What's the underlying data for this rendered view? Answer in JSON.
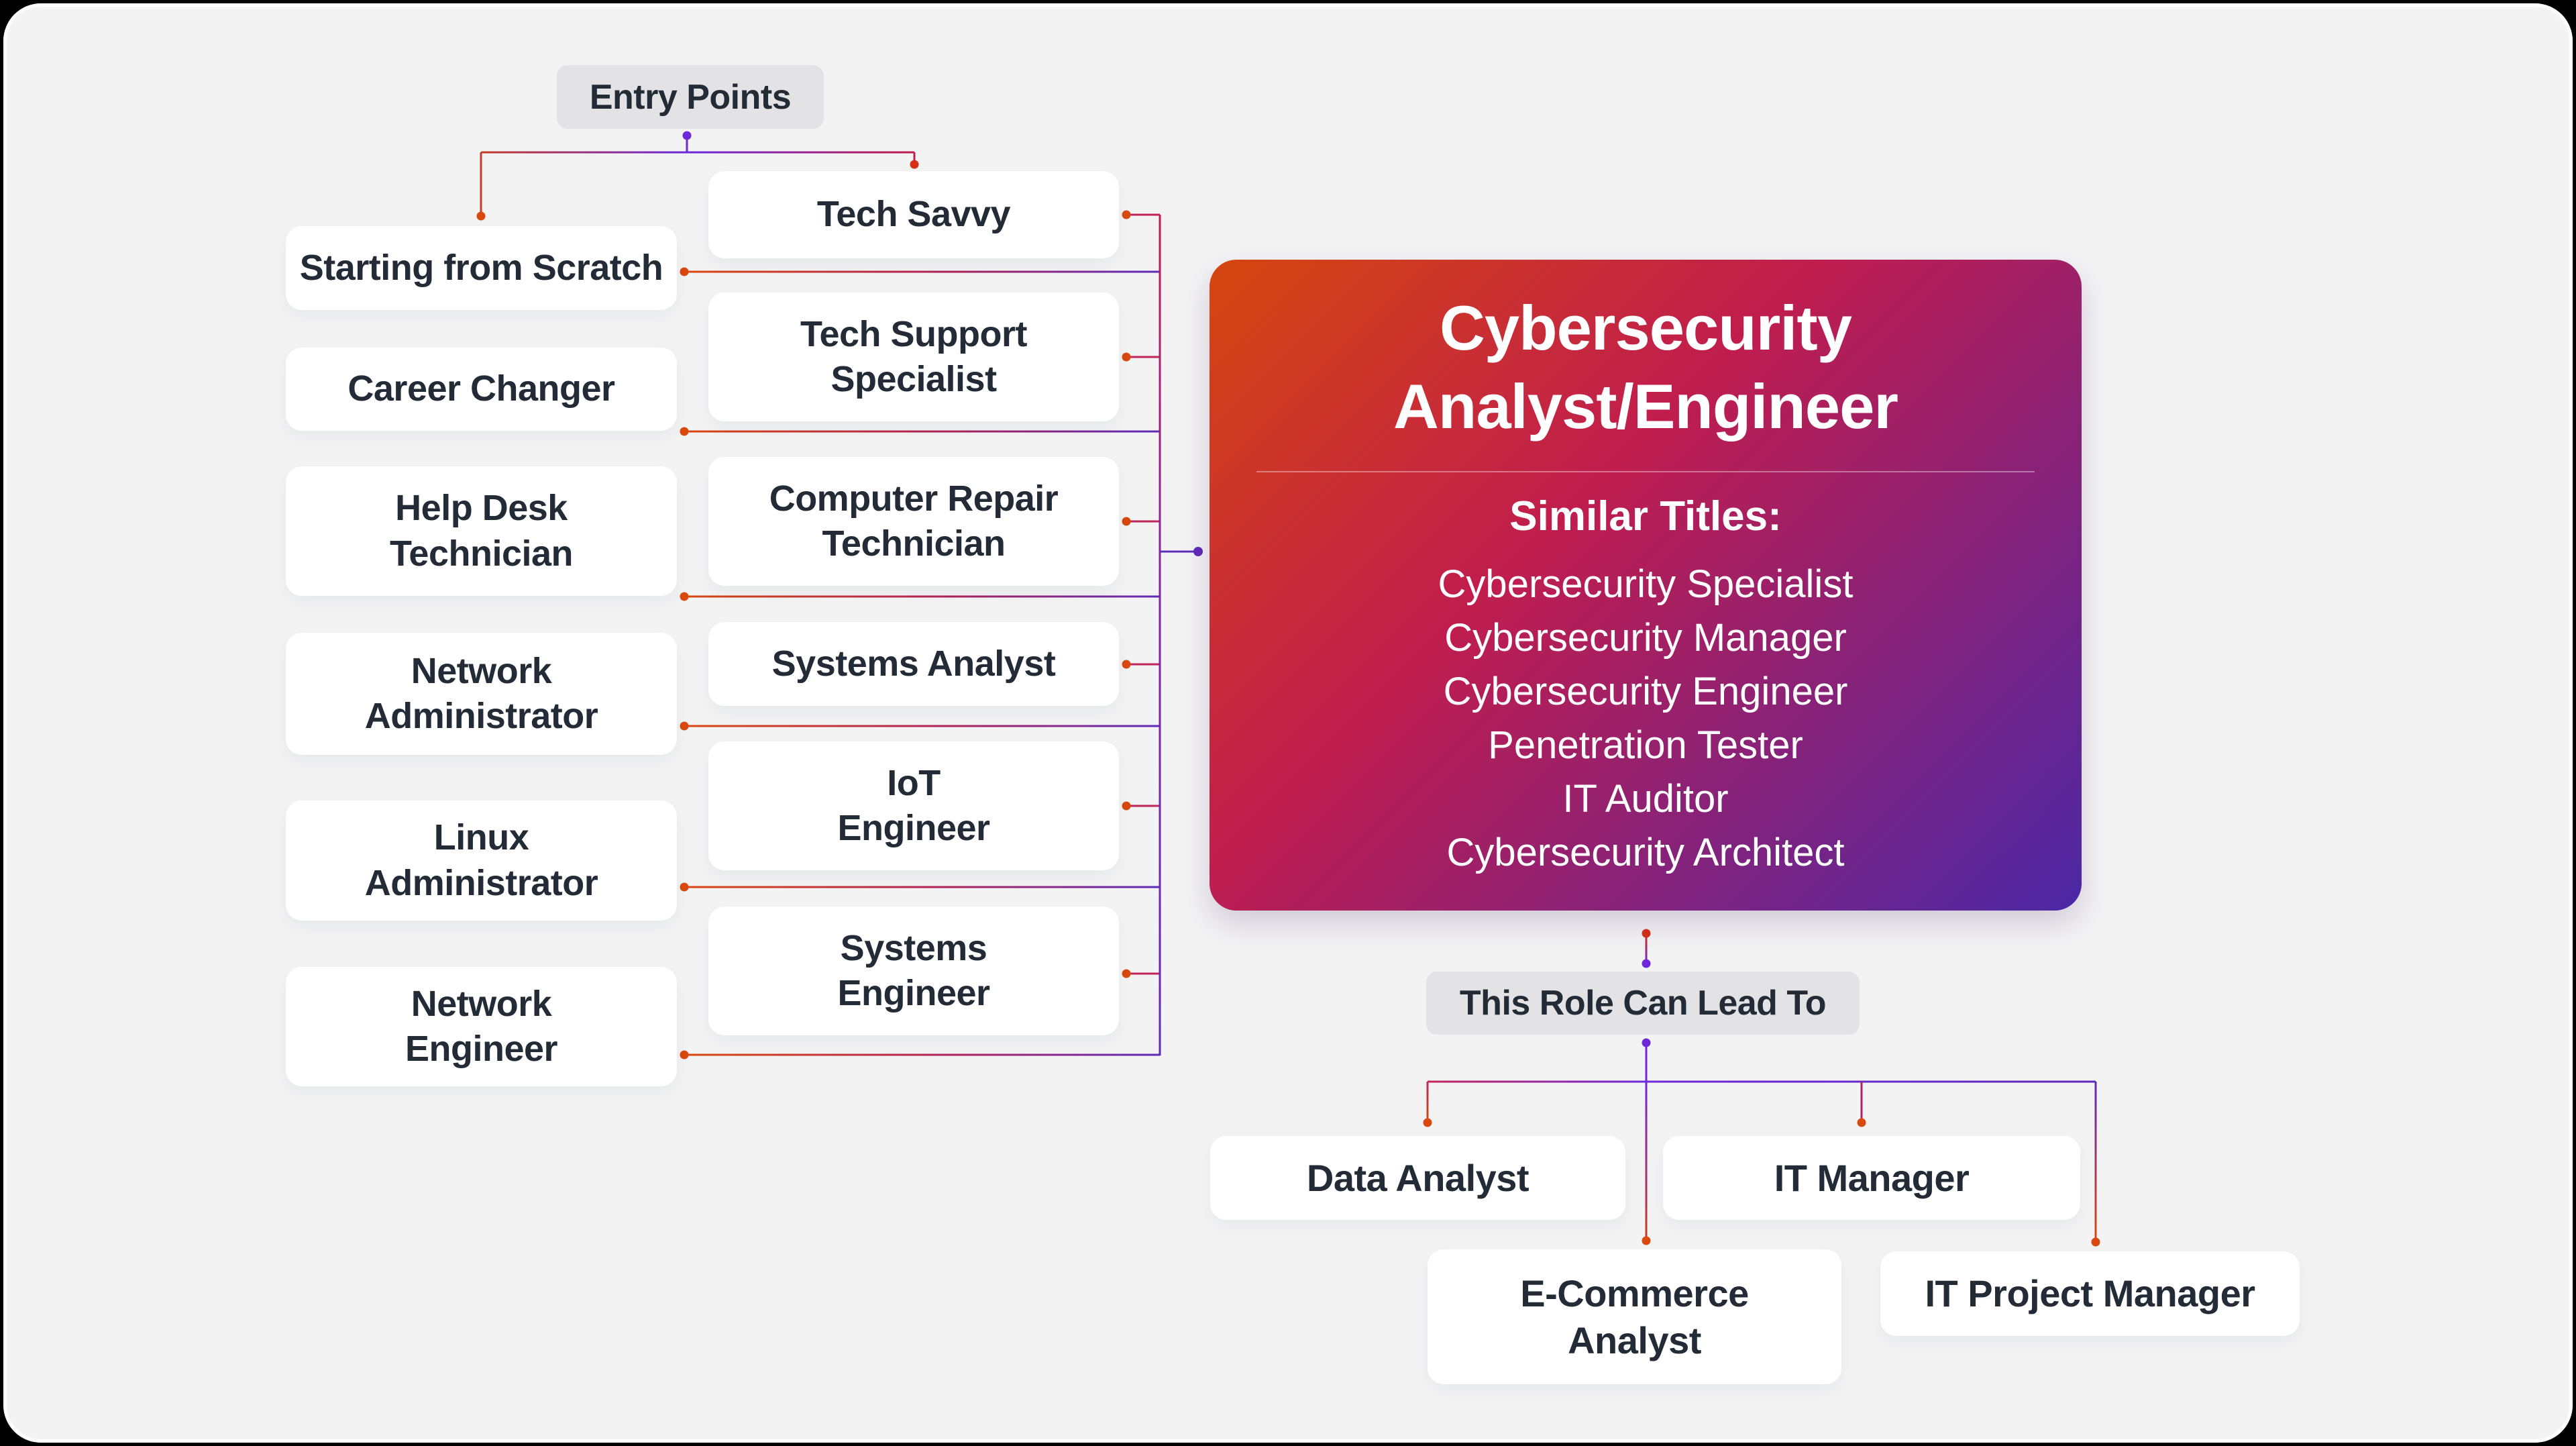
{
  "colors": {
    "canvas_bg": "#f3f3f4",
    "node_bg": "#ffffff",
    "label_bg": "#e3e3e5",
    "text_dark": "#232c36",
    "text_light": "#ffffff",
    "gradient_start": "#d5470e",
    "gradient_mid": "#c01d4e",
    "gradient_end": "#4b28a6",
    "accent_orange": "#d9480f",
    "accent_crimson": "#c2255c",
    "accent_purple": "#6d28d9"
  },
  "entry_points_label": "Entry Points",
  "entry_nodes_left": [
    "Starting from Scratch",
    "Career Changer",
    "Help Desk\nTechnician",
    "Network\nAdministrator",
    "Linux\nAdministrator",
    "Network\nEngineer"
  ],
  "entry_nodes_right": [
    "Tech Savvy",
    "Tech Support\nSpecialist",
    "Computer Repair\nTechnician",
    "Systems Analyst",
    "IoT\nEngineer",
    "Systems\nEngineer"
  ],
  "main_role": {
    "title": "Cybersecurity\nAnalyst/Engineer",
    "similar_heading": "Similar Titles:",
    "similar_titles": [
      "Cybersecurity Specialist",
      "Cybersecurity Manager",
      "Cybersecurity Engineer",
      "Penetration Tester",
      "IT Auditor",
      "Cybersecurity Architect"
    ]
  },
  "lead_to_label": "This Role Can Lead To",
  "lead_roles": [
    "Data Analyst",
    "IT Manager",
    "E-Commerce\nAnalyst",
    "IT Project Manager"
  ]
}
